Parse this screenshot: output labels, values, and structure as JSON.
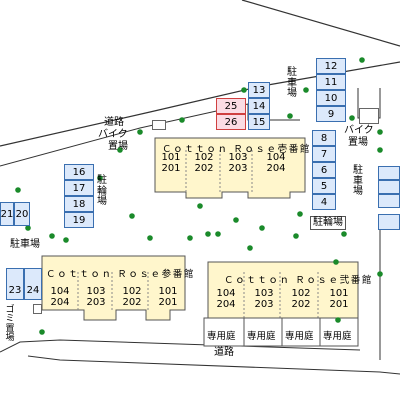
{
  "buildings": {
    "ichiban": {
      "name": "Ｃｏｔｔｏｎ Ｒｏｓｅ壱番館",
      "units_top": [
        "101",
        "102",
        "103",
        "104"
      ],
      "units_bottom": [
        "201",
        "202",
        "203",
        "204"
      ]
    },
    "niban": {
      "name": "Ｃｏｔｔｏｎ Ｒｏｓｅ弐番館",
      "units_top": [
        "104",
        "103",
        "102",
        "101"
      ],
      "units_bottom": [
        "204",
        "203",
        "202",
        "201"
      ]
    },
    "sanban": {
      "name": "Ｃｏｔｔｏｎ Ｒｏｓｅ参番館",
      "units_top": [
        "104",
        "103",
        "102",
        "101"
      ],
      "units_bottom": [
        "204",
        "203",
        "202",
        "201"
      ]
    }
  },
  "labels": {
    "road_top": "道路",
    "road_bottom": "道路",
    "bike_left": "バイク",
    "bike_left_2": "置場",
    "bike_right": "バイク",
    "bike_right_2": "置場",
    "parking_top": "駐車場",
    "parking_right": "駐車場",
    "parking_left": "駐車場",
    "bicycle_mid": "駐輪場",
    "bicycle_right": "駐輪場",
    "garbage": "ゴミ置場",
    "private_garden": "専用庭"
  },
  "parking": {
    "col_top_left": [
      "13",
      "14",
      "15"
    ],
    "col_top_left_red": [
      "25",
      "26"
    ],
    "col_top_right": [
      "12",
      "11",
      "10",
      "9"
    ],
    "col_mid_right": [
      "8",
      "7",
      "6",
      "5",
      "4"
    ],
    "col_left_mid": [
      "16",
      "17",
      "18",
      "19"
    ],
    "left_pair": [
      "21",
      "20"
    ],
    "bottom_pair": [
      "23",
      "24"
    ]
  },
  "colors": {
    "slot_fill": "#dce9fb",
    "slot_border": "#3a6fb0",
    "reserved_fill": "#fbdce4",
    "reserved_border": "#d04040",
    "building_fill": "#fff6cc",
    "tree": "#1a8a2a"
  }
}
